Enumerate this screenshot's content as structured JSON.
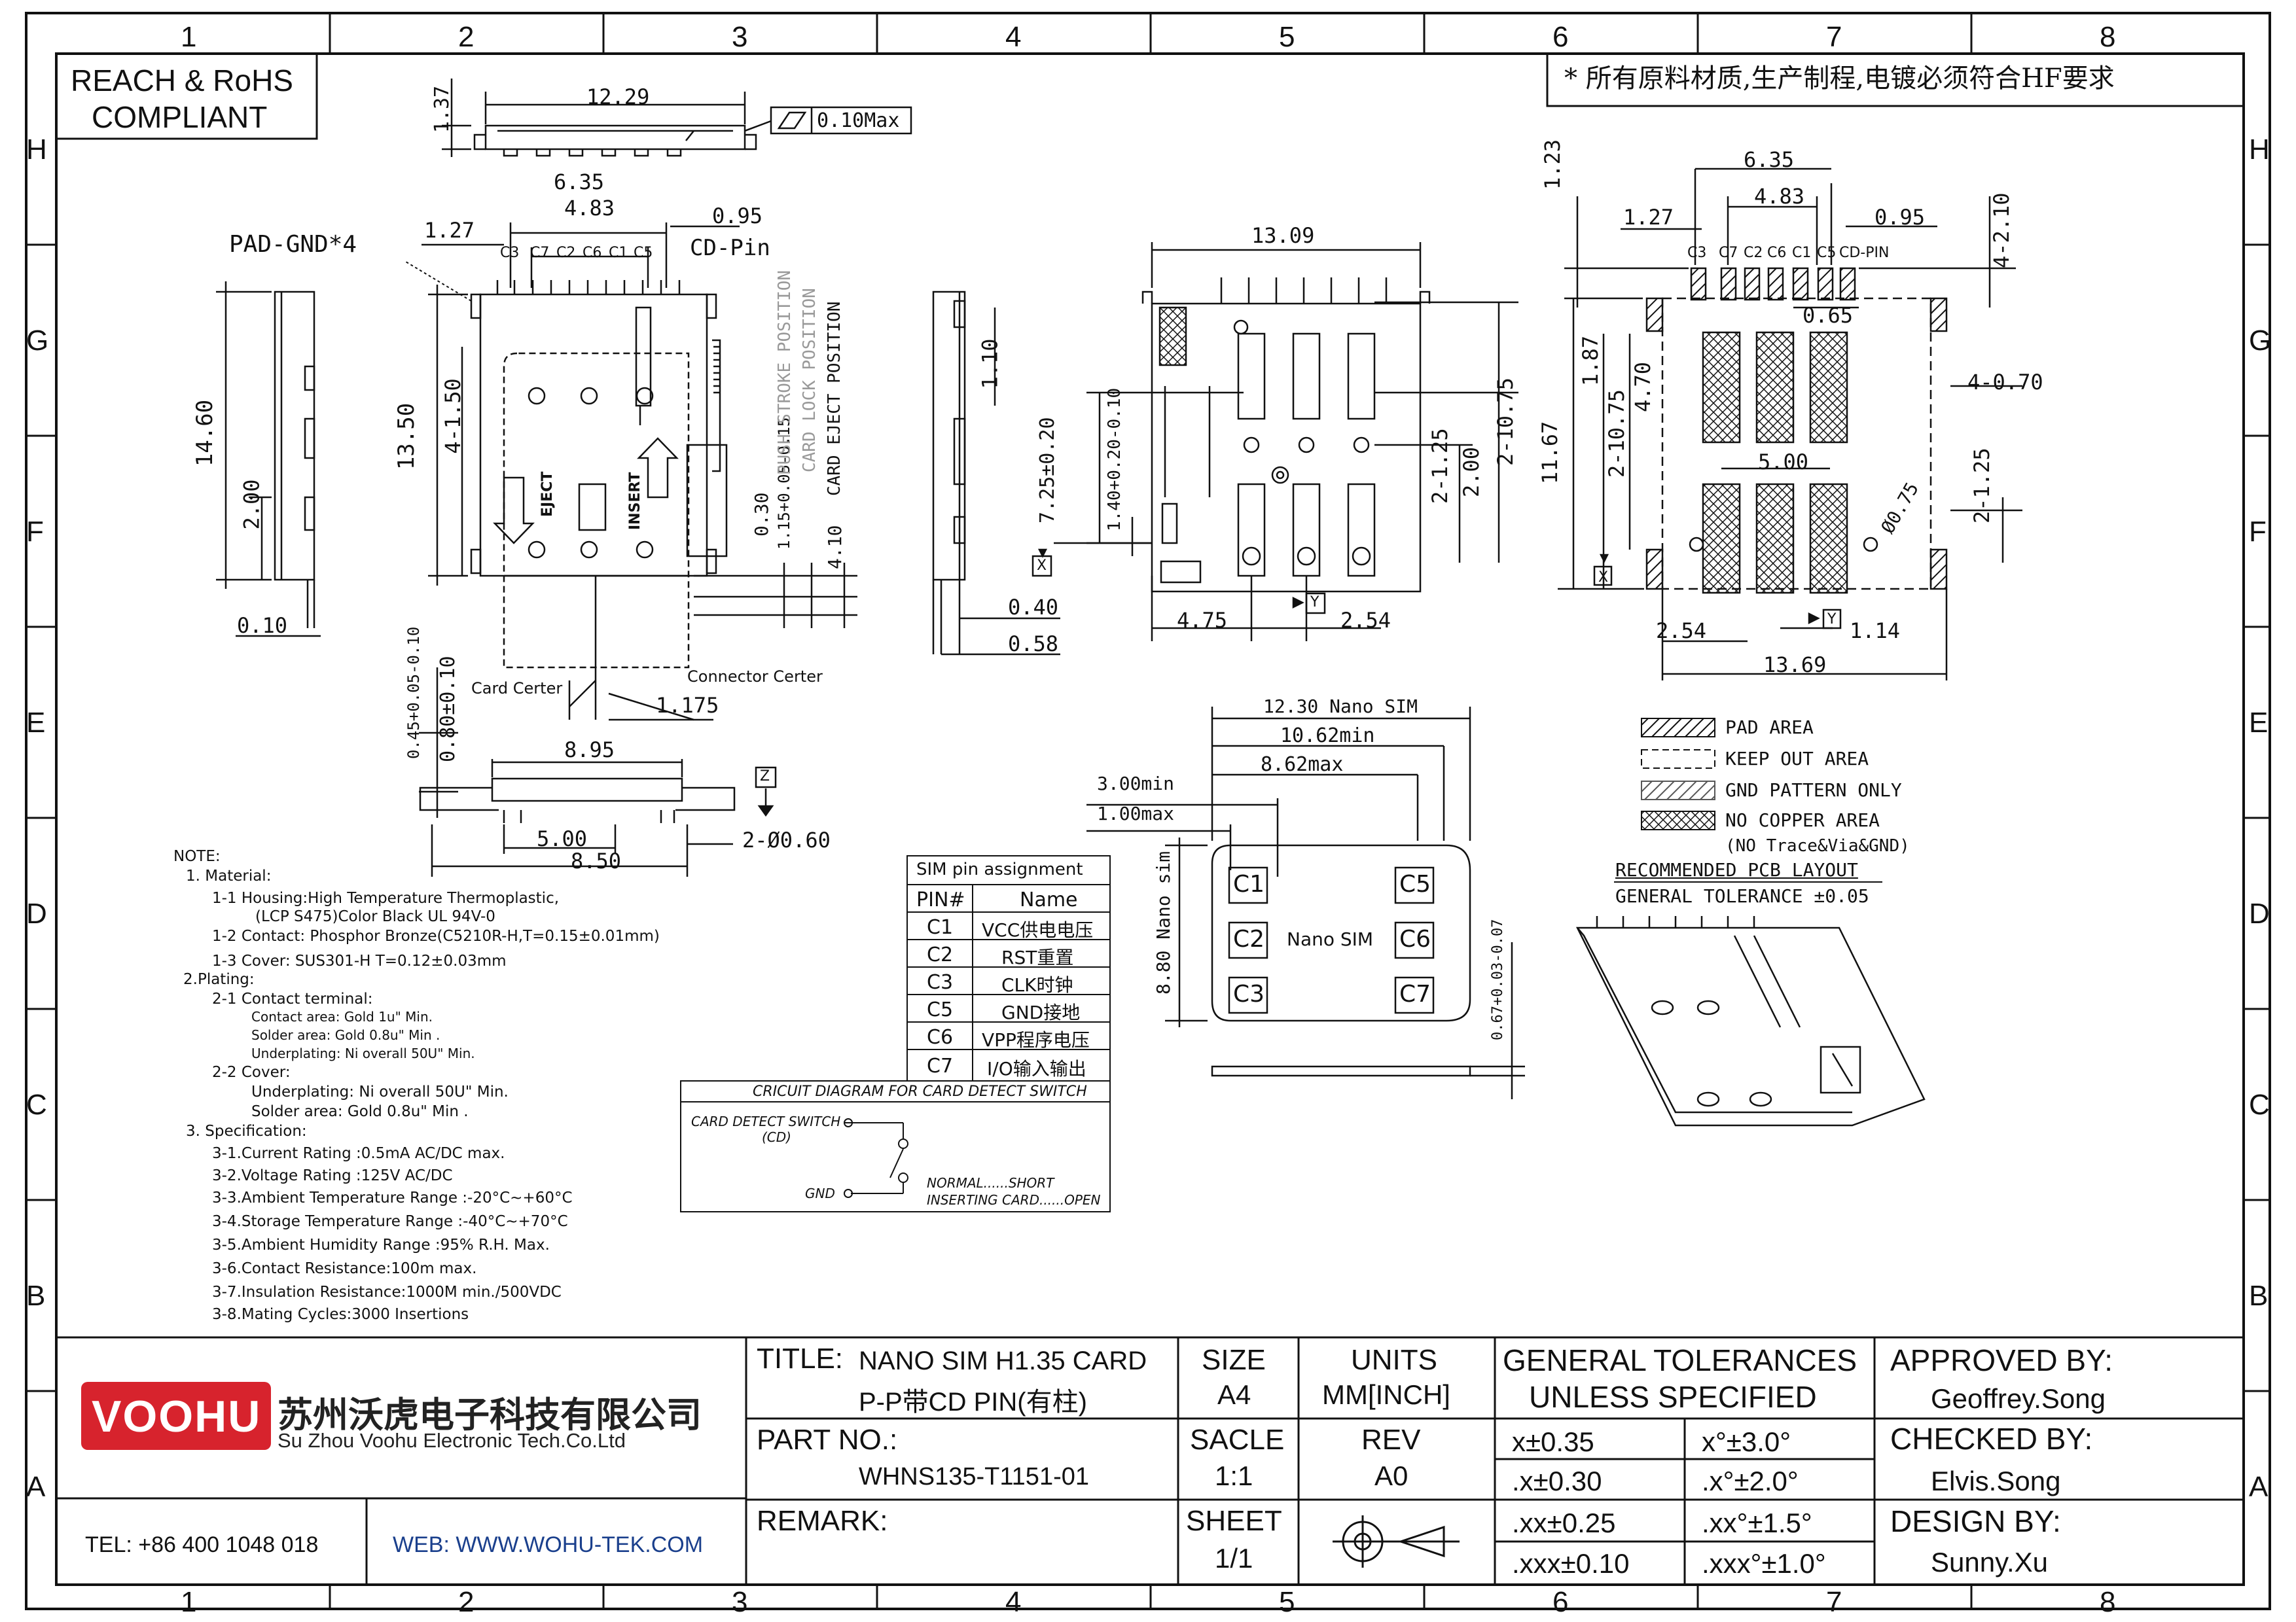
{
  "zones": {
    "columns": [
      "1",
      "2",
      "3",
      "4",
      "5",
      "6",
      "7",
      "8"
    ],
    "rows": [
      "H",
      "G",
      "F",
      "E",
      "D",
      "C",
      "B",
      "A"
    ]
  },
  "compliance": {
    "line1": "REACH & RoHS",
    "line2": "COMPLIANT"
  },
  "requirement_note": "* 所有原料材质,生产制程,电镀必须符合HF要求",
  "top_view": {
    "width": "12.29",
    "height": "1.37",
    "flatness": "0.10Max"
  },
  "main_view": {
    "pad_gnd": "PAD-GND*4",
    "cd_pin": "CD-Pin",
    "pin_labels": [
      "C3",
      "C7",
      "C2",
      "C6",
      "C1",
      "C5"
    ],
    "dims": [
      "6.35",
      "4.83",
      "1.27",
      "0.95",
      "13.50",
      "4-1.50",
      "0.30",
      "1.15+0.05-0.15",
      "4.10",
      "1.175",
      "0.45+0.05-0.10",
      "0.80±0.10"
    ],
    "vertical_labels": [
      "PUSH STROKE POSITION",
      "CARD LOCK POSITION",
      "CARD EJECT POSITION"
    ],
    "card_center": "Card Certer",
    "connector_center": "Connector Certer",
    "eject": "EJECT",
    "insert": "INSERT"
  },
  "side_view": {
    "dims": [
      "14.60",
      "2.00",
      "0.10"
    ]
  },
  "right_side_view": {
    "dims": [
      "1.10",
      "0.40",
      "0.58"
    ]
  },
  "bottom_view": {
    "dims": [
      "8.95",
      "5.00",
      "8.50",
      "2-Ø0.60"
    ],
    "datum": "Z"
  },
  "front_view": {
    "dims": [
      "13.09",
      "7.25±0.20",
      "1.40+0.20-0.10",
      "2-1.25",
      "2.00",
      "2-10.75",
      "4.75",
      "2.54"
    ],
    "datum_x": "X",
    "datum_y": "Y"
  },
  "pcb_layout": {
    "pin_labels": [
      "C3",
      "C7",
      "C2",
      "C6",
      "C1",
      "C5",
      "CD-PIN"
    ],
    "dims": [
      "6.35",
      "4.83",
      "1.27",
      "0.95",
      "1.23",
      "4-2.10",
      "0.65",
      "11.67",
      "1.87",
      "2-10.75",
      "4.70",
      "4-0.70",
      "5.00",
      "Ø0.75",
      "2-1.25",
      "2.54",
      "1.14",
      "13.69"
    ],
    "datum_x": "X",
    "datum_y": "Y",
    "legend": [
      {
        "label": "PAD AREA"
      },
      {
        "label": "KEEP OUT AREA"
      },
      {
        "label": "GND PATTERN ONLY"
      },
      {
        "label": "NO COPPER AREA"
      },
      {
        "label": "(NO Trace&Via&GND)"
      }
    ],
    "title": "RECOMMENDED PCB LAYOUT",
    "tolerance": "GENERAL TOLERANCE ±0.05"
  },
  "nano_sim": {
    "dims": [
      "12.30 Nano SIM",
      "10.62min",
      "8.62max",
      "3.00min",
      "1.00max",
      "8.80 Nano sim",
      "0.67+0.03-0.07"
    ],
    "pads": [
      "C1",
      "C2",
      "C3",
      "C5",
      "C6",
      "C7"
    ],
    "label": "Nano SIM"
  },
  "pin_table": {
    "title": "SIM pin assignment",
    "headers": [
      "PIN#",
      "Name"
    ],
    "rows": [
      [
        "C1",
        "VCC供电电压"
      ],
      [
        "C2",
        "RST重置"
      ],
      [
        "C3",
        "CLK时钟"
      ],
      [
        "C5",
        "GND接地"
      ],
      [
        "C6",
        "VPP程序电压"
      ],
      [
        "C7",
        "I/O输入输出"
      ]
    ]
  },
  "circuit": {
    "title": "CRICUIT DIAGRAM FOR CARD DETECT SWITCH",
    "switch_label": "CARD DETECT SWITCH",
    "cd": "(CD)",
    "gnd": "GND",
    "normal": "NORMAL......SHORT",
    "inserting": "INSERTING CARD......OPEN"
  },
  "notes": [
    "NOTE:",
    "1. Material:",
    "1-1 Housing:High Temperature Thermoplastic,",
    "(LCP S475)Color Black UL 94V-0",
    "1-2 Contact: Phosphor Bronze(C5210R-H,T=0.15±0.01mm)",
    "1-3 Cover: SUS301-H   T=0.12±0.03mm",
    "2.Plating:",
    "2-1 Contact terminal:",
    "Contact area: Gold 1u\" Min.",
    "Solder area: Gold 0.8u\" Min .",
    "Underplating: Ni overall 50U\" Min.",
    "2-2 Cover:",
    "Underplating: Ni overall 50U\" Min.",
    "Solder area: Gold 0.8u\" Min .",
    "3. Specification:",
    "3-1.Current Rating :0.5mA AC/DC max.",
    "3-2.Voltage Rating :125V AC/DC",
    "3-3.Ambient Temperature Range :-20°C~+60°C",
    "3-4.Storage Temperature Range :-40°C~+70°C",
    "3-5.Ambient Humidity Range :95% R.H. Max.",
    "3-6.Contact Resistance:100m   max.",
    "3-7.Insulation Resistance:1000M   min./500VDC",
    "3-8.Mating Cycles:3000 Insertions"
  ],
  "title_block": {
    "logo": "VOOHU",
    "company_cn": "苏州沃虎电子科技有限公司",
    "company_en": "Su Zhou Voohu Electronic Tech.Co.Ltd",
    "tel": "TEL: +86 400 1048 018",
    "web": "WEB: WWW.WOHU-TEK.COM",
    "title_label": "TITLE:",
    "title_value_1": "NANO SIM H1.35 CARD",
    "title_value_2": "P-P带CD PIN(有柱)",
    "part_label": "PART NO.:",
    "part_value": "WHNS135-T1151-01",
    "remark_label": "REMARK:",
    "size_label": "SIZE",
    "size_value": "A4",
    "units_label": "UNITS",
    "units_value": "MM[INCH]",
    "scale_label": "SACLE",
    "scale_value": "1:1",
    "rev_label": "REV",
    "rev_value": "A0",
    "sheet_label": "SHEET",
    "sheet_value": "1/1",
    "tol_title_1": "GENERAL TOLERANCES",
    "tol_title_2": "UNLESS SPECIFIED",
    "tolerances": [
      [
        "x±0.35",
        "x°±3.0°"
      ],
      [
        ".x±0.30",
        ".x°±2.0°"
      ],
      [
        ".xx±0.25",
        ".xx°±1.5°"
      ],
      [
        ".xxx±0.10",
        ".xxx°±1.0°"
      ]
    ],
    "approved_label": "APPROVED BY:",
    "approved_value": "Geoffrey.Song",
    "checked_label": "CHECKED BY:",
    "checked_value": "Elvis.Song",
    "design_label": "DESIGN BY:",
    "design_value": "Sunny.Xu"
  }
}
